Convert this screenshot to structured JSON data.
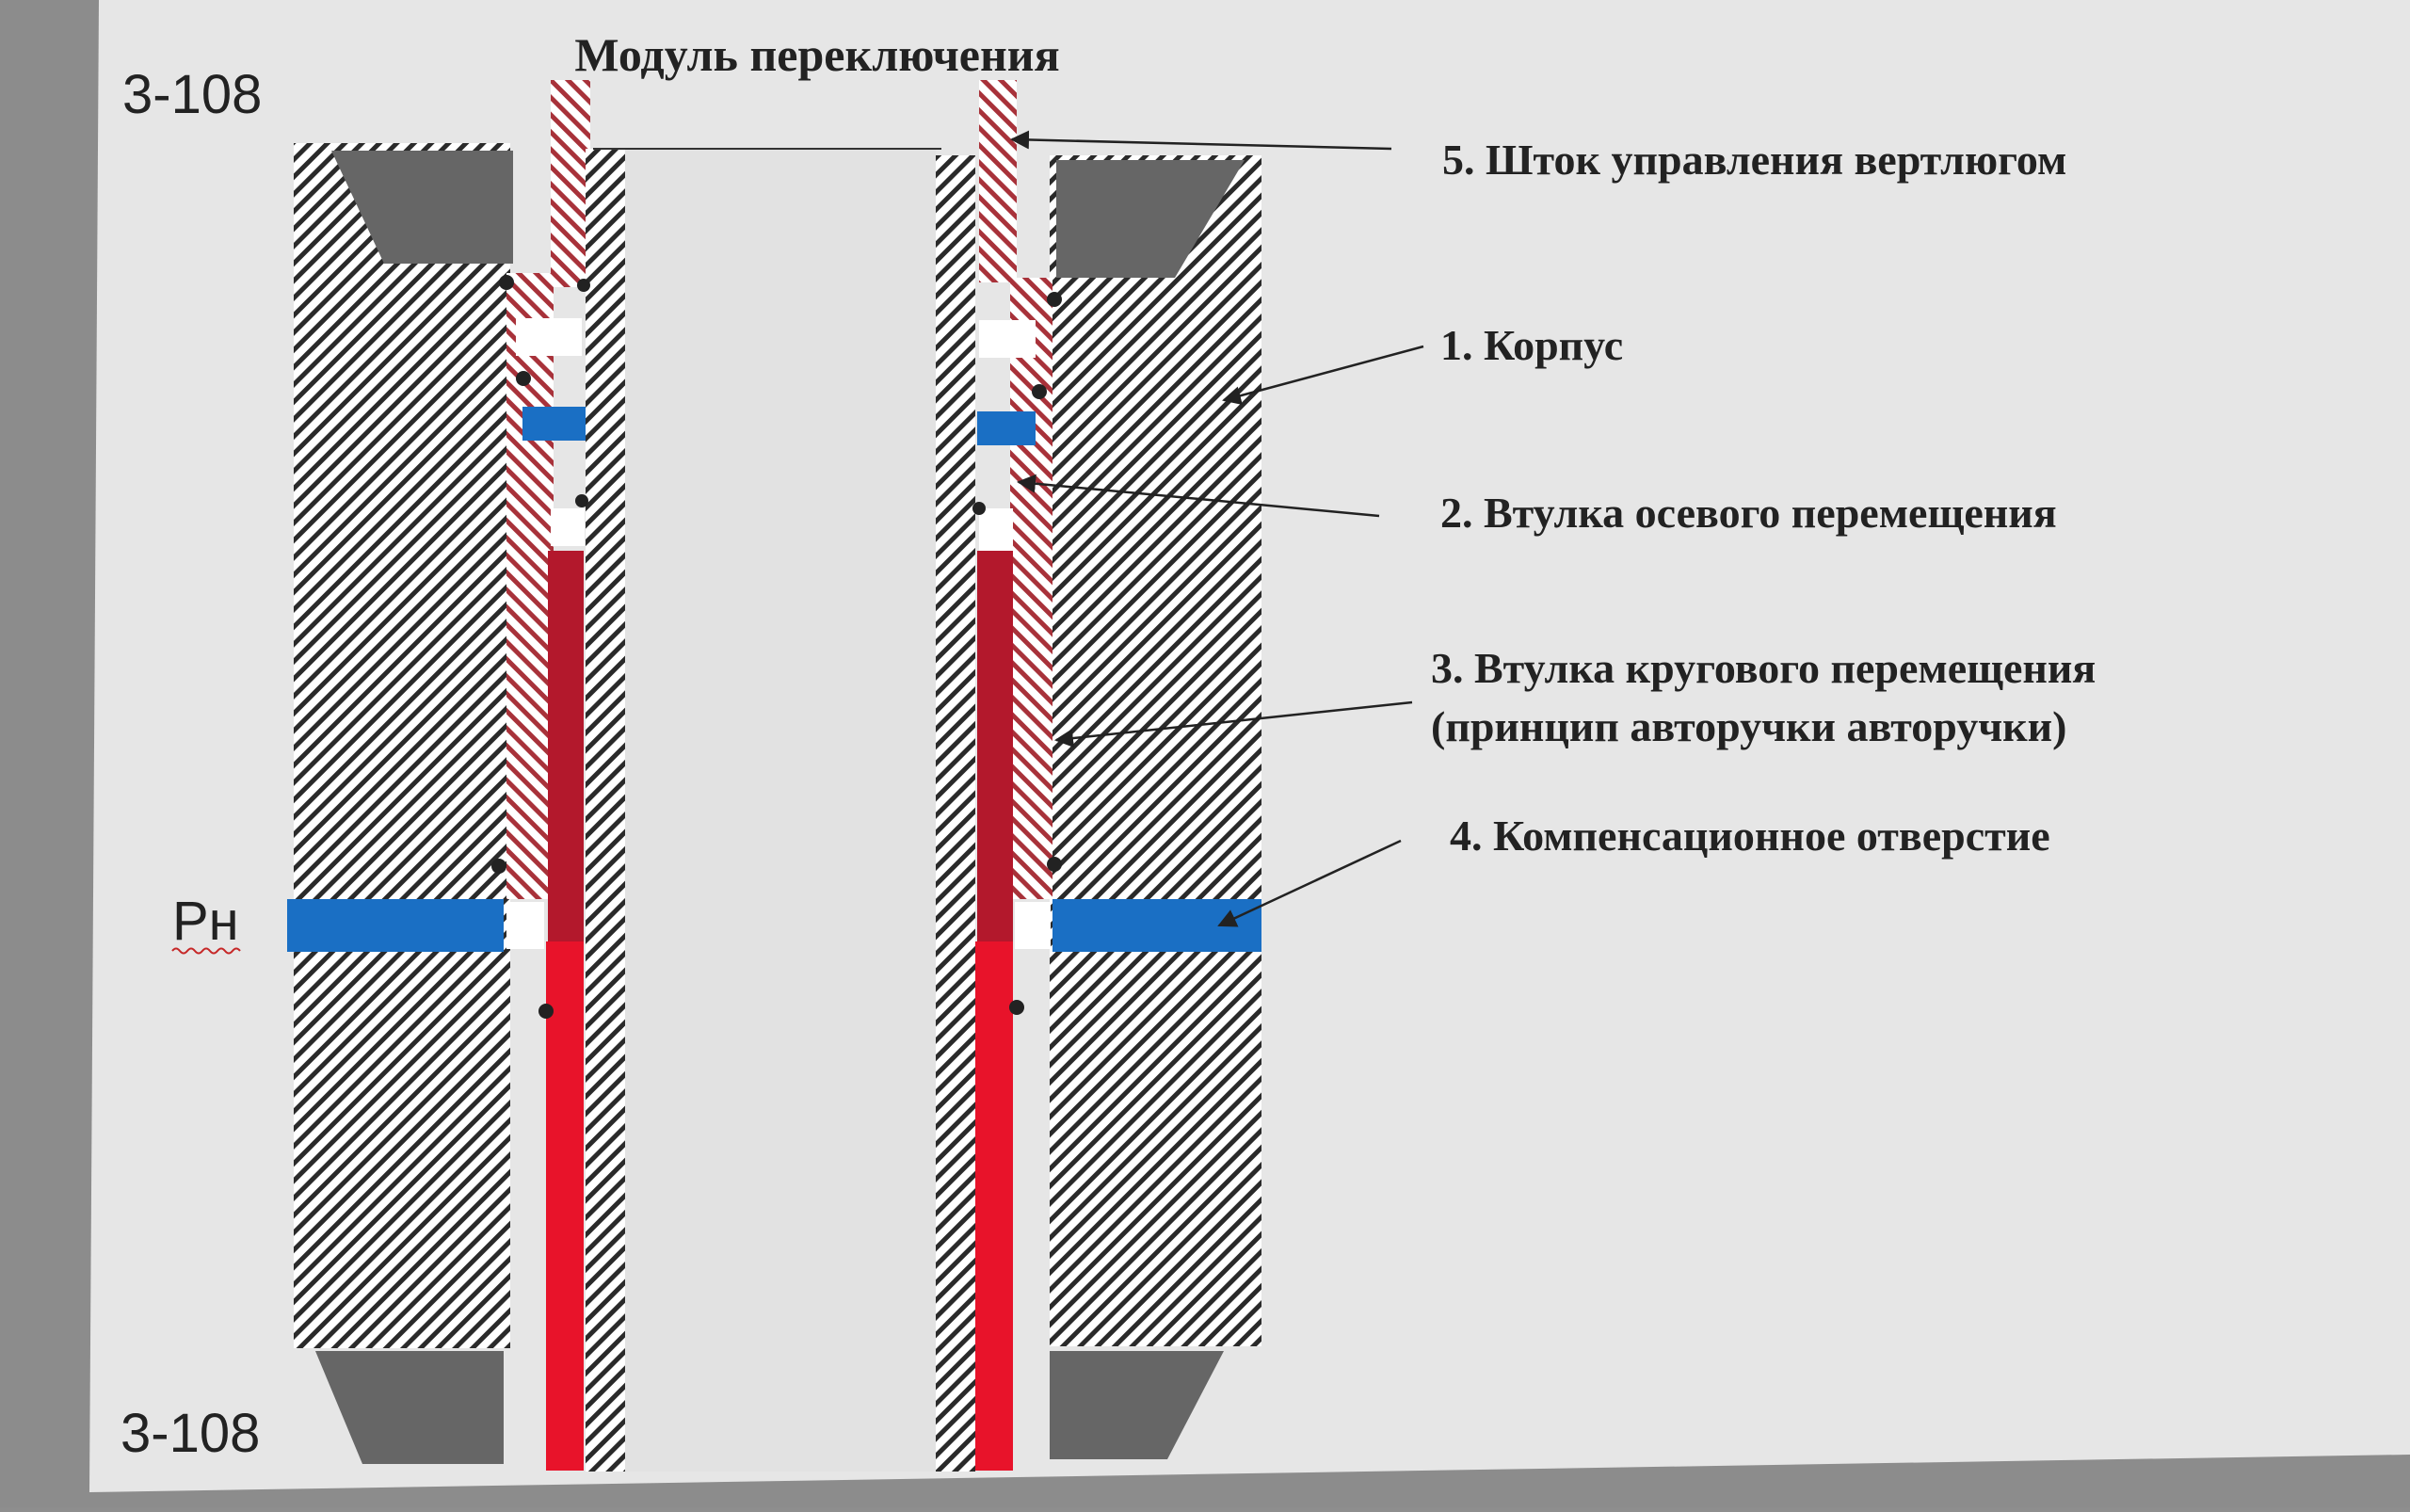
{
  "slide": {
    "title": "Модуль переключения",
    "top_code": "3-108",
    "bottom_code": "3-108",
    "pressure_label": "Рн"
  },
  "callouts": [
    {
      "lines": [
        "5. Шток управления вертлюгом"
      ]
    },
    {
      "lines": [
        "1. Корпус"
      ]
    },
    {
      "lines": [
        "2. Втулка осевого перемещения"
      ]
    },
    {
      "lines": [
        "3. Втулка кругового перемещения",
        "(принцип авторучки авторучки)"
      ]
    },
    {
      "lines": [
        "4. Компенсационное отверстие"
      ]
    }
  ],
  "colors": {
    "background": "#e6e6e6",
    "hatch": "#2a2a2a",
    "hatch_red": "#a8323a",
    "dark_red": "#b3182c",
    "red": "#e8132a",
    "blue": "#1a6fc4",
    "grey_ring": "#666666"
  }
}
